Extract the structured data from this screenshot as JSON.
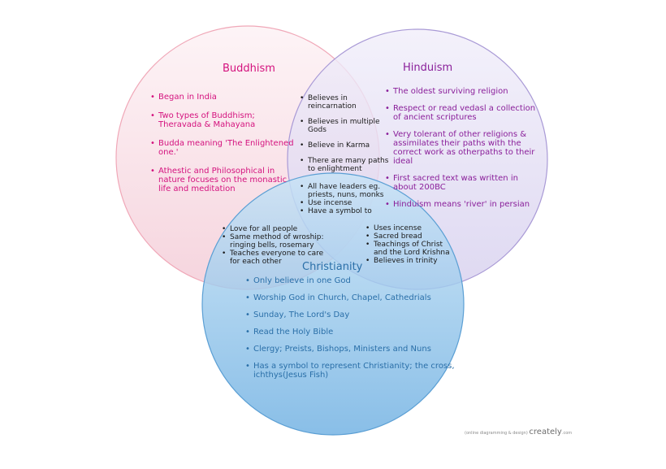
{
  "colors": {
    "buddhism": "#d4127e",
    "hinduism": "#8a1f9a",
    "christianity": "#2a6fa8",
    "buddhism_fill": "#f7d9e2",
    "hinduism_fill": "#ded9f2",
    "christianity_fill": "#8fc3ea"
  },
  "buddhism": {
    "title": "Buddhism",
    "items": [
      "Began in India",
      "Two types of Buddhism; Theravada & Mahayana",
      "Budda meaning 'The Enlightened one.'",
      "Athestic and Philosophical in nature focuses on the monastic life and meditation"
    ]
  },
  "hinduism": {
    "title": "Hinduism",
    "items": [
      "The oldest surviving religion",
      "Respect or read vedasl a collection of ancient scriptures",
      "Very tolerant of other religions & assimilates their paths with the correct work as otherpaths to their ideal",
      "First sacred text was written in about 200BC",
      "Hinduism means 'river' in persian"
    ]
  },
  "christianity": {
    "title": "Christianity",
    "items": [
      "Only believe in one God",
      "Worship God in Church, Chapel, Cathedrials",
      "Sunday, The Lord's Day",
      "Read the Holy Bible",
      "Clergy; Preists, Bishops, Ministers and Nuns",
      "Has a symbol to represent Christianity; the cross, ichthys(Jesus Fish)"
    ]
  },
  "buddhism_hinduism": {
    "items": [
      "Believes in reincarnation",
      "Believes in multiple Gods",
      "Believe in Karma",
      "There are many paths to enlightment"
    ]
  },
  "all_three": {
    "items": [
      "All have leaders eg. priests, nuns, monks",
      "Use incense",
      "Have a symbol to"
    ]
  },
  "buddhism_christianity": {
    "items": [
      "Love for all people",
      "Same method of wroship: ringing bells, rosemary",
      "Teaches everyone to care for each other"
    ]
  },
  "hinduism_christianity": {
    "items": [
      "Uses incense",
      "Sacred bread",
      "Teachings of Christ and the Lord Krishna",
      "Believes in trinity"
    ]
  },
  "watermark": {
    "tagline": "(online diagramming & design)",
    "brand": "creately",
    "suffix": ".com"
  }
}
